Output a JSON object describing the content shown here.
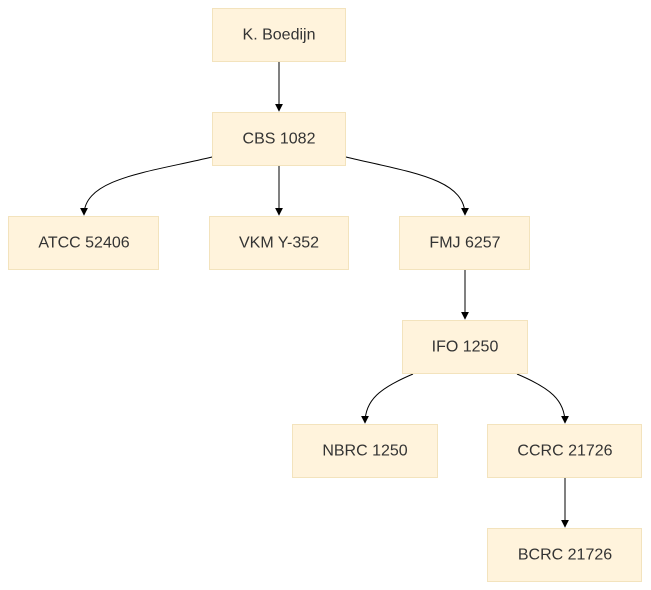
{
  "diagram": {
    "type": "tree",
    "nodes": [
      {
        "id": "n1",
        "label": "K. Boedijn"
      },
      {
        "id": "n2",
        "label": "CBS 1082"
      },
      {
        "id": "n3",
        "label": "ATCC 52406"
      },
      {
        "id": "n4",
        "label": "VKM Y-352"
      },
      {
        "id": "n5",
        "label": "FMJ 6257"
      },
      {
        "id": "n6",
        "label": "IFO 1250"
      },
      {
        "id": "n7",
        "label": "NBRC 1250"
      },
      {
        "id": "n8",
        "label": "CCRC 21726"
      },
      {
        "id": "n9",
        "label": "BCRC 21726"
      }
    ],
    "edges": [
      {
        "from": "n1",
        "to": "n2"
      },
      {
        "from": "n2",
        "to": "n3"
      },
      {
        "from": "n2",
        "to": "n4"
      },
      {
        "from": "n2",
        "to": "n5"
      },
      {
        "from": "n5",
        "to": "n6"
      },
      {
        "from": "n6",
        "to": "n7"
      },
      {
        "from": "n6",
        "to": "n8"
      },
      {
        "from": "n8",
        "to": "n9"
      }
    ],
    "colors": {
      "node_fill": "#fff3dc",
      "node_border": "#f3e3bd",
      "text": "#333333",
      "edge": "#000000"
    }
  }
}
